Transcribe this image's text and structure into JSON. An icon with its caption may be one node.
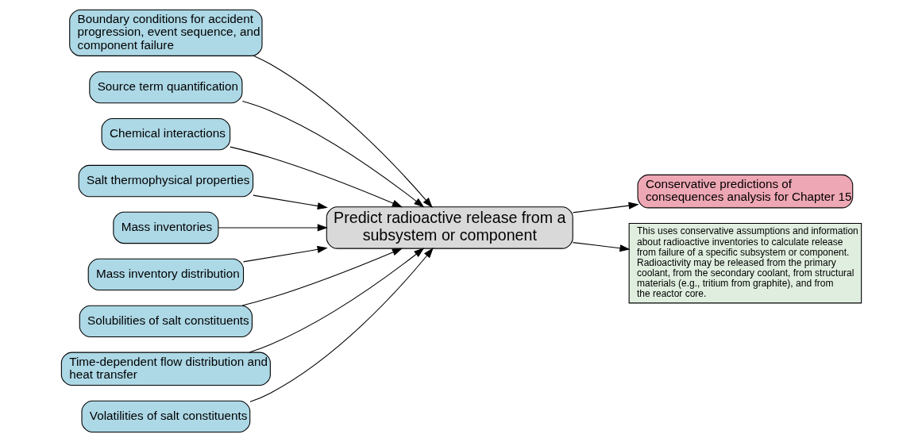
{
  "diagram": {
    "nodes": [
      {
        "text": [
          "Boundary conditions for accident progression, event sequence, and component failure"
        ]
      },
      {
        "text": [
          "Source term quantification"
        ]
      },
      {
        "text": [
          "Chemical interactions"
        ]
      },
      {
        "text": [
          "Salt thermophysical properties"
        ]
      },
      {
        "text": [
          "Mass inventories"
        ]
      },
      {
        "text": [
          "Mass inventory distribution"
        ]
      },
      {
        "text": [
          "Solubilities of salt constituents"
        ]
      },
      {
        "text": [
          "Time-dependent flow distribution and heat transfer"
        ]
      },
      {
        "text": [
          "Volatilities of salt constituents"
        ]
      },
      {
        "text": [
          "Predict radioactive release from a subsystem or component"
        ]
      },
      {
        "text": [
          "Conservative predictions of consequences analysis for Chapter 15"
        ]
      },
      {
        "text": [
          "This uses conservative assumptions and information about radioactive inventories to calculate release from failure of a specific subsystem or component. Radioactivity may be released from the primary coolant, from the secondary coolant, from structural materials (e.g., tritium from graphite), and from the reactor core."
        ]
      }
    ],
    "edges": [
      {
        "from": 0,
        "to": 9,
        "arrow": "to"
      },
      {
        "from": 1,
        "to": 9,
        "arrow": "to"
      },
      {
        "from": 2,
        "to": 9,
        "arrow": "to"
      },
      {
        "from": 3,
        "to": 9,
        "arrow": "to"
      },
      {
        "from": 4,
        "to": 9,
        "arrow": "to"
      },
      {
        "from": 5,
        "to": 9,
        "arrow": "to"
      },
      {
        "from": 6,
        "to": 9,
        "arrow": "to"
      },
      {
        "from": 7,
        "to": 9,
        "arrow": "to"
      },
      {
        "from": 8,
        "to": 9,
        "arrow": "to"
      },
      {
        "from": 9,
        "to": 10,
        "arrow": "to"
      },
      {
        "from": 9,
        "to": 11,
        "arrow": "to"
      }
    ]
  }
}
